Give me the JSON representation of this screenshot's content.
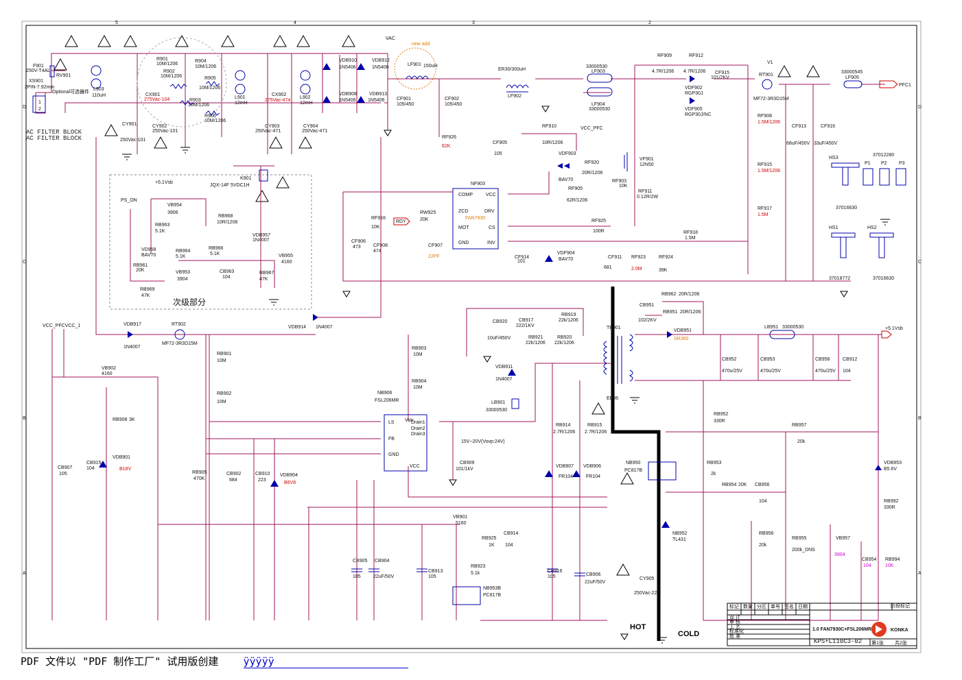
{
  "ac": {
    "block_label": "AC FILTER BLOCK",
    "f901": "F901",
    "f901_val": "250V-T4AL",
    "rv901": "RV901",
    "xs901": "XS901",
    "xs901_val": "2PIN-7.92mm",
    "optional": "Optional可选器件",
    "l903": "L903",
    "l903_val": "110uH",
    "cx901": "CX901",
    "cx901_val": "275Vac-104",
    "r901": "R901",
    "r901_val": "10M/1206",
    "r902": "R902",
    "r902_val": "10M/1206",
    "r903": "R903",
    "r903_val": "10M/1206",
    "r904": "R904",
    "r904_val": "10M/1206",
    "r905": "R905",
    "r905_val": "10M/1206",
    "r906": "R906",
    "r906_val": "10M/1206",
    "l901": "L901",
    "l901_val": "12mH",
    "cx902": "CX902",
    "cx902_val": "275Vac-474",
    "l902": "L902",
    "l902_val": "12mH",
    "cy901": "CY901",
    "cy901_val": "250Vac-101",
    "cy902": "CY902",
    "cy902_val": "250Vac-101",
    "cy903": "CY903",
    "cy903_val": "250Vac-471",
    "cy904": "CY904",
    "cy904_val": "250Vac-471"
  },
  "bridge": {
    "vac": "VAC",
    "new_add": "new add",
    "vdb910": "VDB910",
    "vdb912": "VDB912",
    "vdb908": "VDB908",
    "vdb913": "VDB913",
    "d_val": "1N5406",
    "lf901": "LF901",
    "lf901_val": "150uH",
    "cf901": "CF901",
    "cf901_val": "105/450",
    "cf902": "CF902",
    "cf902_val": "105/450"
  },
  "pfc": {
    "er30": "ER30/300uH",
    "lf902": "LF902",
    "lf903": "LF903",
    "lf904": "LF904",
    "bead_val": "33000530",
    "rf909": "RF909",
    "rf909_val": "4.7R/1206",
    "rf912": "RF912",
    "rf912_val": "4.7R/1206",
    "vdf902": "VDF902",
    "vdf902_val": "RGP30J",
    "vdf905": "VDF905",
    "vdf905_val": "RGP30J/NC",
    "cf915": "CF915",
    "cf915_val": "101/2KV",
    "v1": "V1",
    "rt901": "RT901",
    "rt901_val": "MF72-3R3D15M",
    "lf905": "LF905",
    "lf905_val": "33000545",
    "pfc1": "PFC1",
    "rf908": "RF908",
    "rf908_val": "1.5M/1206",
    "rf915": "RF915",
    "rf915_val": "1.5M/1206",
    "rf917": "RF917",
    "rf917_val": "1.5M",
    "cf913": "CF913",
    "cf913_val": "68uF/450V",
    "cf916": "CF916",
    "cf916_val": "33uF/450V",
    "rf910": "RF910",
    "rf910_val": "10R/1206",
    "vcc_pfc": "VCC_PFC",
    "cf905": "CF905",
    "cf905_val": "105",
    "vdf903": "VDF903",
    "vdf903_val": "BAV70",
    "rf920": "RF920",
    "rf920_val": "20R/1206",
    "rf905": "RF905",
    "rf905_val": "62R/1206",
    "vf901": "VF901",
    "vf901_val": "12N50",
    "rf903": "RF903",
    "rf903_val": "10K",
    "rf911": "RF911",
    "rf911_val": "0.12R/2W",
    "rf926": "RF926",
    "rf926_val": "62K",
    "nf903": "NF903",
    "nf903_part": "FAN7930",
    "pin_comp": "COMP",
    "pin_zcd": "ZCD",
    "pin_mot": "MOT",
    "pin_gnd": "GND",
    "pin_vcc": "VCC",
    "pin_drv": "DRV",
    "pin_cs": "CS",
    "pin_inv": "INV",
    "rdy": "RDY",
    "rw925": "RW925",
    "rw925_val": "20K",
    "rf916": "RF916",
    "rf916_val": "10K",
    "cf906": "CF906",
    "cf906_val": "473",
    "cf908": "CF908",
    "cf908_val": "474",
    "cf907": "CF907",
    "cf907_val": "22PF",
    "rf925": "RF925",
    "rf925_val": "100R",
    "rf918": "RF918",
    "rf918_val": "1.5M",
    "cf914": "CF914",
    "cf914_val": "101",
    "vdf904": "VDF904",
    "vdf904_val": "BAV70",
    "cf911": "CF911",
    "cf911_val": "681",
    "rf923": "RF923",
    "rf923_val": "2.0M",
    "rf924": "RF924",
    "rf924_val": "39K"
  },
  "standby": {
    "vsb": "+5.1Vsb",
    "k901": "K901",
    "k901_val": "JQX-14F 5VDC1H",
    "ps_on": "PS_ON",
    "vb954": "VB954",
    "vb954_val": "3906",
    "rb963": "RB963",
    "rb963_val": "5.1K",
    "rb968": "RB968",
    "rb968_val": "10R/1206",
    "vdb957": "VDB957",
    "vdb957_val": "1N4007",
    "vd958": "VD958",
    "vd958_val": "BAV70",
    "rb964": "RB964",
    "rb964_val": "5.1K",
    "rb966": "RB966",
    "rb966_val": "5.1K",
    "vb955": "VB955",
    "vb955_val": "4160",
    "rb961": "RB961",
    "rb961_val": "20K",
    "vb953": "VB953",
    "vb953_val": "3904",
    "cb963": "CB963",
    "cb963_val": "104",
    "rb967": "RB967",
    "rb967_val": "47K",
    "rb969": "RB969",
    "rb969_val": "47K",
    "secondary": "次级部分",
    "vdb914": "VDB914",
    "vdb914_val": "1N4007"
  },
  "primary": {
    "vcc_pfc_vcc1": "VCC_PFCVCC_1",
    "vdb917": "VDB917",
    "vdb917_val": "1N4007",
    "rt902": "RT902",
    "rt902_val": "MF72-3R3D15M",
    "vb902": "VB902",
    "vb902_val": "4160",
    "rb908": "RB908",
    "rb908_val": "3K",
    "cb907": "CB907",
    "cb907_val": "105",
    "cb915": "CB915",
    "cb915_val": "104",
    "vdb901": "VDB901",
    "vdb901_val": "B18V",
    "rb901": "RB901",
    "rb901_val": "10M",
    "rb902": "RB902",
    "rb902_val": "10M",
    "rb905": "RB905",
    "rb905_val": "470K",
    "cb902": "CB902",
    "cb902_val": "684",
    "cb910": "CB910",
    "cb910_val": "223",
    "vdb904": "VDB904",
    "vdb904_val": "B6V8",
    "rb903": "RB903",
    "rb903_val": "10M",
    "rb904": "RB904",
    "rb904_val": "10M",
    "nb906": "NB906",
    "nb906_val": "FSL206MR",
    "pin_ls": "LS",
    "pin_fb": "FB",
    "pin_gnd": "GND",
    "pin_vcc": "VCC",
    "pin_vstr": "Vstr",
    "pin_d1": "Drain1",
    "pin_d2": "Drain2",
    "pin_d3": "Drain3",
    "vovp": "15V~20V(Vovp:24V)",
    "cb909": "CB909",
    "cb909_val": "101/1kV",
    "cb920": "CB920",
    "cb920_val": "10uF/450V",
    "cb917": "CB917",
    "cb917_val": "222/1KV",
    "rb921": "RB921",
    "rb921_val": "22k/1206",
    "rb920": "RB920",
    "rb920_val": "22k/1206",
    "rb919": "RB919",
    "rb919_val": "22k/1206",
    "vdb911": "VDB911",
    "vdb911_val": "1N4007",
    "lb901": "LB901",
    "lb901_val": "33000530",
    "rb914": "RB914",
    "rb914_val": "2.7R/1206",
    "rb915": "RB915",
    "rb915_val": "2.7R/1206",
    "vdb907": "VDB907",
    "vdb907_val": "FR104",
    "vdb906": "VDB906",
    "vdb906_val": "FR104",
    "vb901": "VB901",
    "vb901_val": "5160",
    "rb925": "RB925",
    "rb925_val": "1K",
    "cb914": "CB914",
    "cb914_val": "104",
    "rb923": "RB923",
    "rb923_val": "5.1k",
    "nb953b": "NB953B",
    "nb953b_val": "PC817B",
    "cb905": "CB905",
    "cb905_val": "105",
    "cb904": "CB904",
    "cb904_val": "22uF/50V",
    "cb913": "CB913",
    "cb913_val": "105",
    "cb916": "CB916",
    "cb916_val": "105",
    "cb906": "CB906",
    "cb906_val": "22uF/50V"
  },
  "secondary": {
    "tb901": "TB901",
    "eb06": "EB06",
    "cb951": "CB951",
    "cb951_val": "102/2KV",
    "rb962": "RB962",
    "rb962_val": "20R/1206",
    "rb951": "RB951",
    "rb951_val": "20R/1206",
    "vdb951": "VDB951",
    "vdb951_val": "SR360",
    "lb951": "LB951",
    "lb951_val": "33000530",
    "vsb": "+5.1Vsb",
    "cb952": "CB952",
    "cb952_val": "470u/25V",
    "cb953": "CB953",
    "cb953_val": "470u/25V",
    "cb958": "CB958",
    "cb958_val": "470u/25V",
    "cb912": "CB912",
    "cb912_val": "104",
    "rb952": "RB952",
    "rb952_val": "330R",
    "rb957": "RB957",
    "rb957_val": "20k",
    "nb950": "NB950",
    "nb950_val": "PC817B",
    "rb953": "RB953",
    "rb953_val": "2k",
    "rb954": "RB954",
    "rb954_val": "20K",
    "cb956": "CB956",
    "cb956_val": "104",
    "vdb953": "VDB953",
    "vdb953_val": "B5.6V",
    "rb992": "RB992",
    "rb992_val": "330R",
    "nb952": "NB952",
    "nb952_val": "TL431",
    "rb956": "RB956",
    "rb956_val": "20k",
    "rb955": "RB955",
    "rb955_val": "200k_DNS",
    "vb957": "VB957",
    "vb957_val": "3904",
    "cb954": "CB954",
    "cb954_val": "104",
    "rb994": "RB994",
    "rb994_val": "10K",
    "cy905": "CY905",
    "cy905_val": "250Vac-222",
    "hot": "HOT",
    "cold": "COLD"
  },
  "heatsinks": {
    "hs3": "HS3",
    "hs1": "HS1",
    "hs2": "HS2",
    "part_37012280": "37012280",
    "p1": "P1",
    "p2": "P2",
    "p3": "P3",
    "part_37016630": "37016630",
    "part_37018772": "37018772",
    "part_37016630b": "37016630"
  },
  "titleblock": {
    "h1": "标记",
    "h2": "数量",
    "h3": "分区",
    "h4": "单号",
    "h5": "签名",
    "h6": "日期",
    "r1": "设 计",
    "r2": "审 核",
    "r3": "工 艺",
    "r4": "标准化",
    "r5": "批 准",
    "stage": "阶段标记",
    "desc": "1.0 FAN7930C+FSL206MR",
    "brand": "KONKA",
    "model": "KPS+L110C3-02",
    "sheet": "第1张",
    "sheets": "共2张"
  },
  "grid": {
    "cols": [
      "5",
      "4",
      "3",
      "2"
    ],
    "rows": [
      "D",
      "C",
      "B",
      "A"
    ]
  },
  "footer": {
    "text": "PDF 文件以 \"PDF 制作工厂\" 试用版创建",
    "link": "ÿÿÿÿÿ"
  },
  "colors": {
    "wire": "#a0165a",
    "component": "#0000aa",
    "value_red": "#cc0000",
    "value_orange": "#e07800",
    "value_magenta": "#cc00cc"
  }
}
